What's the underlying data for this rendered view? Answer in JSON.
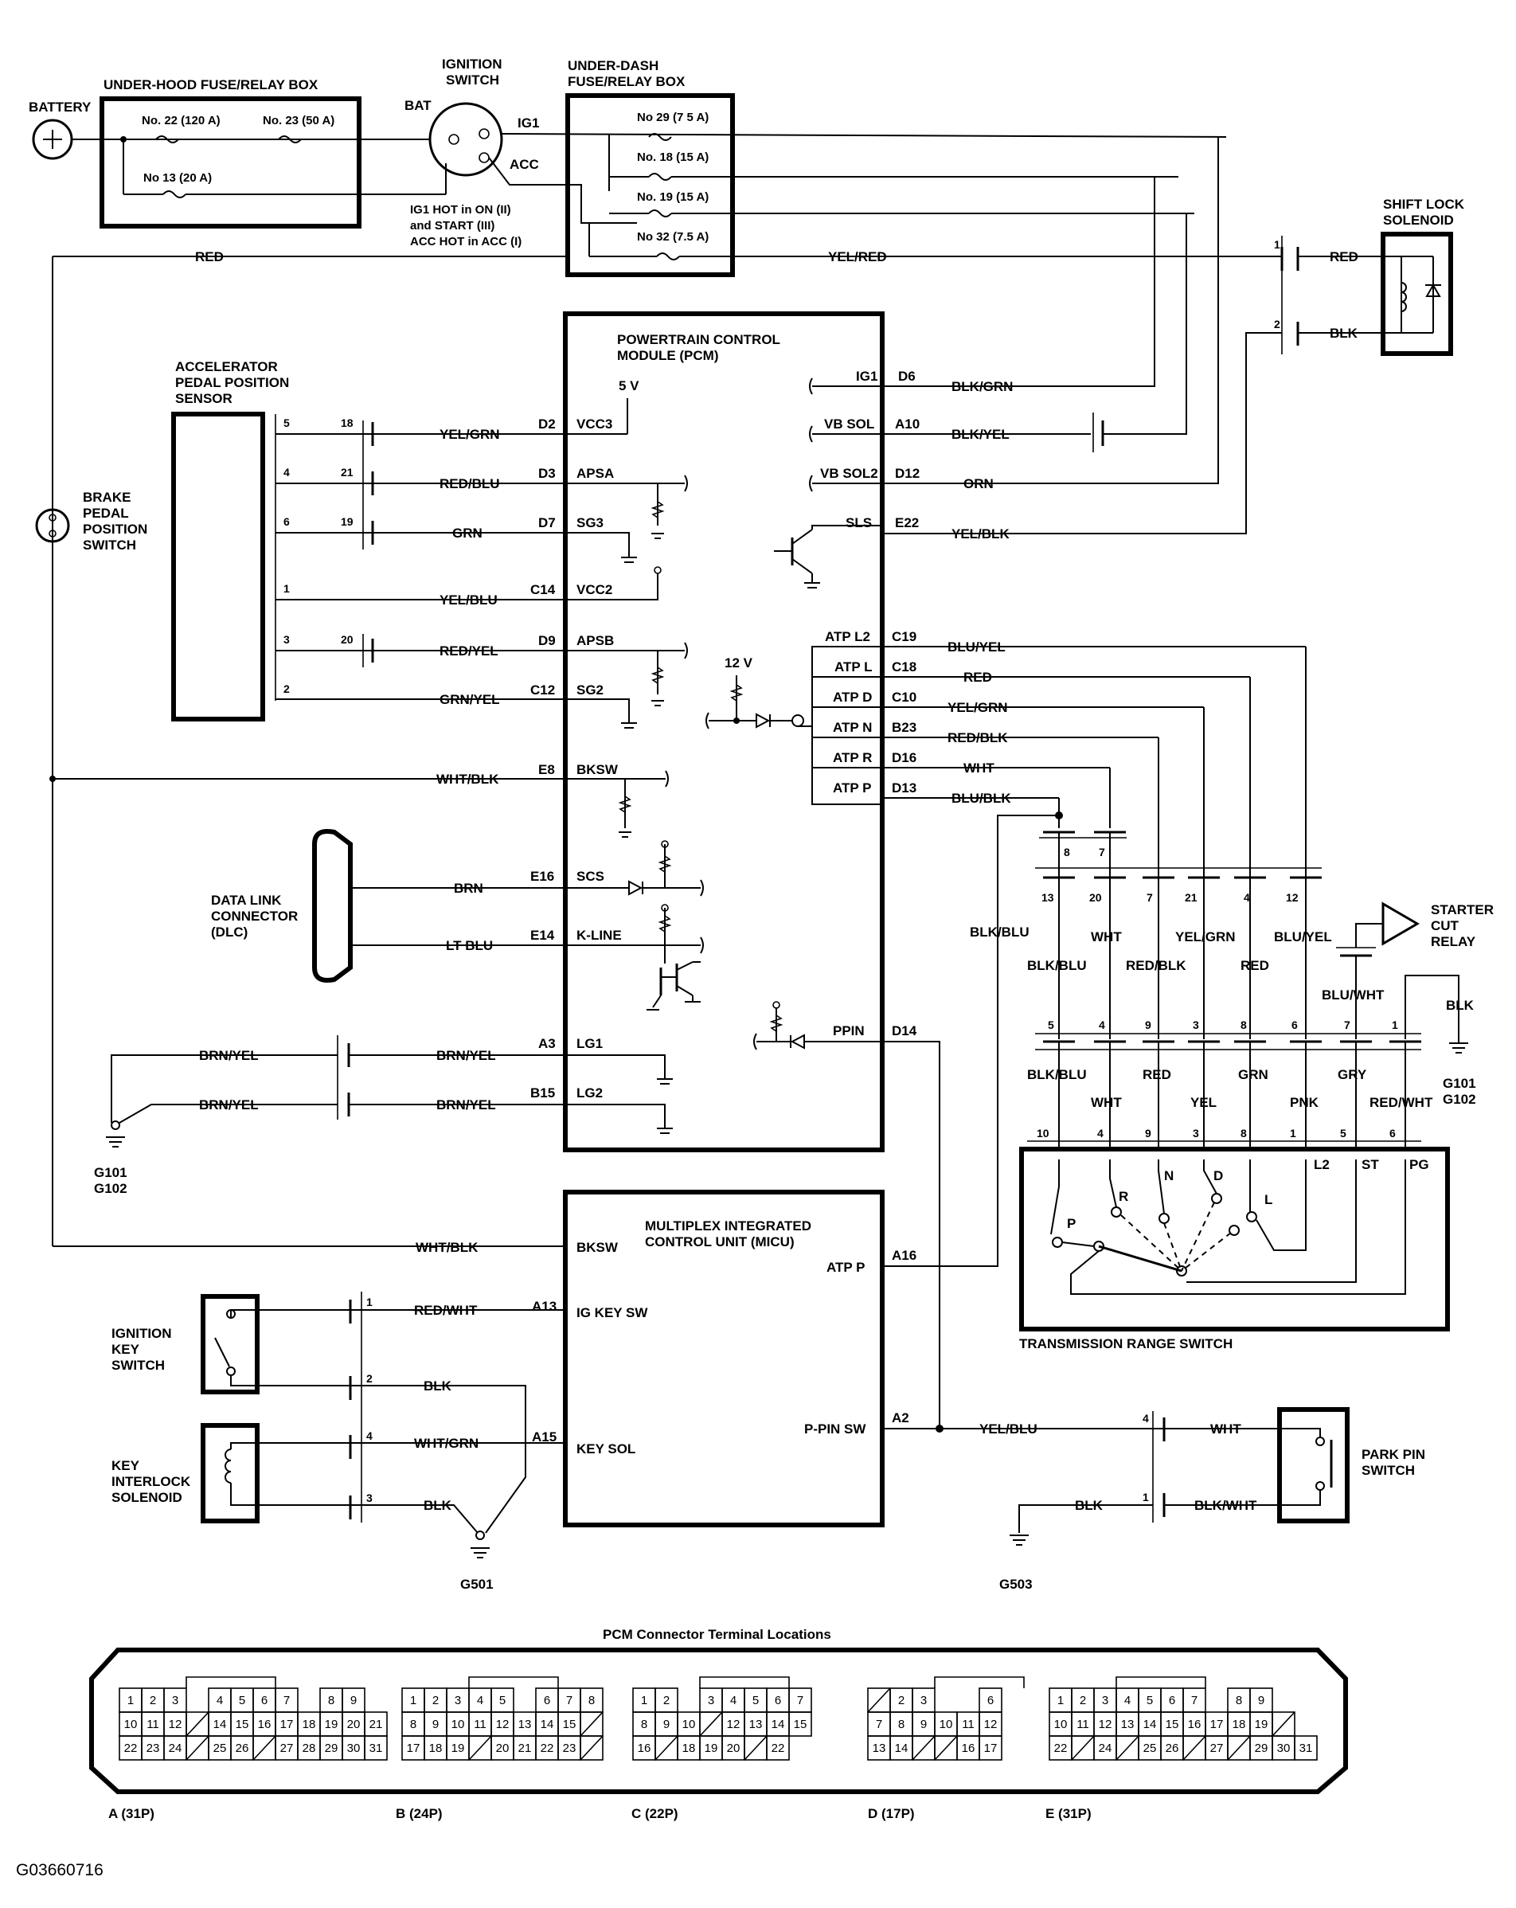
{
  "figure_id": "G03660716",
  "components": {
    "battery": "BATTERY",
    "underhood_box": "UNDER-HOOD FUSE/RELAY BOX",
    "fuse_22": "No. 22 (120 A)",
    "fuse_23": "No. 23 (50 A)",
    "fuse_13": "No 13 (20 A)",
    "ignition_switch_1": "IGNITION",
    "ignition_switch_2": "SWITCH",
    "bat": "BAT",
    "ig1": "IG1",
    "acc": "ACC",
    "ign_note_1": "IG1 HOT in ON (II)",
    "ign_note_2": "and START (III)",
    "ign_note_3": "ACC HOT in ACC (I)",
    "underdash_box_1": "UNDER-DASH",
    "underdash_box_2": "FUSE/RELAY BOX",
    "fuse_29": "No 29 (7 5 A)",
    "fuse_18": "No. 18 (15 A)",
    "fuse_19": "No. 19 (15 A)",
    "fuse_32": "No 32 (7.5 A)",
    "shift_lock_1": "SHIFT LOCK",
    "shift_lock_2": "SOLENOID",
    "pcm_1": "POWERTRAIN CONTROL",
    "pcm_2": "MODULE (PCM)",
    "five_v": "5 V",
    "twelve_v": "12 V",
    "appsensor_1": "ACCELERATOR",
    "appsensor_2": "PEDAL POSITION",
    "appsensor_3": "SENSOR",
    "brake_1": "BRAKE",
    "brake_2": "PEDAL",
    "brake_3": "POSITION",
    "brake_4": "SWITCH",
    "dlc_1": "DATA LINK",
    "dlc_2": "CONNECTOR",
    "dlc_3": "(DLC)",
    "micu_1": "MULTIPLEX INTEGRATED",
    "micu_2": "CONTROL UNIT (MICU)",
    "ign_key_1": "IGNITION",
    "ign_key_2": "KEY",
    "ign_key_3": "SWITCH",
    "key_int_1": "KEY",
    "key_int_2": "INTERLOCK",
    "key_int_3": "SOLENOID",
    "starter_1": "STARTER",
    "starter_2": "CUT",
    "starter_3": "RELAY",
    "trs": "TRANSMISSION RANGE SWITCH",
    "park_pin_1": "PARK PIN",
    "park_pin_2": "SWITCH",
    "g101": "G101",
    "g102": "G102",
    "g501": "G501",
    "g503": "G503"
  },
  "wires": {
    "red": "RED",
    "yel_red": "YEL/RED",
    "blk": "BLK",
    "blk_grn": "BLK/GRN",
    "blk_yel": "BLK/YEL",
    "orn": "ORN",
    "yel_blk": "YEL/BLK",
    "yel_grn": "YEL/GRN",
    "red_blu": "RED/BLU",
    "grn": "GRN",
    "yel_blu": "YEL/BLU",
    "red_yel": "RED/YEL",
    "grn_yel": "GRN/YEL",
    "wht_blk": "WHT/BLK",
    "brn": "BRN",
    "lt_blu": "LT BLU",
    "brn_yel": "BRN/YEL",
    "blu_yel": "BLU/YEL",
    "red_blk": "RED/BLK",
    "wht": "WHT",
    "blu_blk": "BLU/BLK",
    "blk_blu": "BLK/BLU",
    "blu_wht": "BLU/WHT",
    "yel": "YEL",
    "pnk": "PNK",
    "gry": "GRY",
    "red_wht": "RED/WHT",
    "wht_grn": "WHT/GRN",
    "blk_wht": "BLK/WHT"
  },
  "pcm_left": [
    {
      "term": "D2",
      "sig": "VCC3"
    },
    {
      "term": "D3",
      "sig": "APSA"
    },
    {
      "term": "D7",
      "sig": "SG3"
    },
    {
      "term": "C14",
      "sig": "VCC2"
    },
    {
      "term": "D9",
      "sig": "APSB"
    },
    {
      "term": "C12",
      "sig": "SG2"
    },
    {
      "term": "E8",
      "sig": "BKSW"
    },
    {
      "term": "E16",
      "sig": "SCS"
    },
    {
      "term": "E14",
      "sig": "K-LINE"
    },
    {
      "term": "A3",
      "sig": "LG1"
    },
    {
      "term": "B15",
      "sig": "LG2"
    }
  ],
  "pcm_right": [
    {
      "term": "D6",
      "sig": "IG1"
    },
    {
      "term": "A10",
      "sig": "VB SOL"
    },
    {
      "term": "D12",
      "sig": "VB SOL2"
    },
    {
      "term": "E22",
      "sig": "SLS"
    },
    {
      "term": "C19",
      "sig": "ATP L2"
    },
    {
      "term": "C18",
      "sig": "ATP L"
    },
    {
      "term": "C10",
      "sig": "ATP D"
    },
    {
      "term": "B23",
      "sig": "ATP N"
    },
    {
      "term": "D16",
      "sig": "ATP R"
    },
    {
      "term": "D13",
      "sig": "ATP P"
    },
    {
      "term": "D14",
      "sig": "PPIN"
    }
  ],
  "micu_terms": [
    {
      "term": "BKSW"
    },
    {
      "term": "A13",
      "sig": "IG KEY SW"
    },
    {
      "term": "A15",
      "sig": "KEY SOL"
    },
    {
      "term": "A16",
      "sig": "ATP P"
    },
    {
      "term": "A2",
      "sig": "P-PIN SW"
    }
  ],
  "trs_positions": [
    "P",
    "R",
    "N",
    "D",
    "L",
    "L2",
    "ST",
    "PG"
  ],
  "pins": {
    "app": [
      "5",
      "4",
      "6",
      "1",
      "3",
      "2"
    ],
    "app_mid": [
      "18",
      "21",
      "19",
      "20"
    ],
    "shift": [
      "1",
      "2"
    ],
    "trs_upper_a": [
      "8",
      "7"
    ],
    "trs_upper_b": [
      "13",
      "20",
      "7",
      "21",
      "4",
      "12"
    ],
    "trs_lower_a": [
      "5",
      "4",
      "9",
      "3",
      "8",
      "6",
      "7",
      "1"
    ],
    "trs_lower_b": [
      "10",
      "4",
      "9",
      "3",
      "8",
      "1",
      "5",
      "6"
    ],
    "micu_conn": [
      "1",
      "2",
      "4",
      "3"
    ],
    "park": [
      "4",
      "1"
    ]
  },
  "pcm_connectors": {
    "title": "PCM Connector Terminal Locations",
    "labels": [
      "A (31P)",
      "B (24P)",
      "C (22P)",
      "D (17P)",
      "E (31P)"
    ],
    "A": [
      [
        "1",
        "2",
        "3",
        "",
        "4",
        "5",
        "6",
        "7",
        "",
        "8",
        "9"
      ],
      [
        "10",
        "11",
        "12",
        "/",
        "14",
        "15",
        "16",
        "17",
        "18",
        "19",
        "20",
        "21"
      ],
      [
        "22",
        "23",
        "24",
        "/",
        "25",
        "26",
        "/",
        "27",
        "28",
        "29",
        "30",
        "31"
      ]
    ],
    "B": [
      [
        "1",
        "2",
        "3",
        "4",
        "5",
        "",
        "6",
        "7",
        "8"
      ],
      [
        "8",
        "9",
        "10",
        "11",
        "12",
        "13",
        "14",
        "15",
        "/"
      ],
      [
        "17",
        "18",
        "19",
        "/",
        "20",
        "21",
        "22",
        "23",
        "/"
      ]
    ],
    "C": [
      [
        "1",
        "2",
        "",
        "3",
        "4",
        "5",
        "6",
        "7"
      ],
      [
        "8",
        "9",
        "10",
        "/",
        "12",
        "13",
        "14",
        "15"
      ],
      [
        "16",
        "/",
        "18",
        "19",
        "20",
        "/",
        "22"
      ]
    ],
    "D": [
      [
        "/",
        "2",
        "3",
        "",
        "",
        "6"
      ],
      [
        "7",
        "8",
        "9",
        "10",
        "11",
        "12"
      ],
      [
        "13",
        "14",
        "/",
        "/",
        "16",
        "17"
      ]
    ],
    "E": [
      [
        "1",
        "2",
        "3",
        "4",
        "5",
        "6",
        "7",
        "",
        "8",
        "9"
      ],
      [
        "10",
        "11",
        "12",
        "13",
        "14",
        "15",
        "16",
        "17",
        "18",
        "19",
        "/"
      ],
      [
        "22",
        "/",
        "24",
        "/",
        "25",
        "26",
        "/",
        "27",
        "/",
        "29",
        "30",
        "31"
      ]
    ]
  }
}
